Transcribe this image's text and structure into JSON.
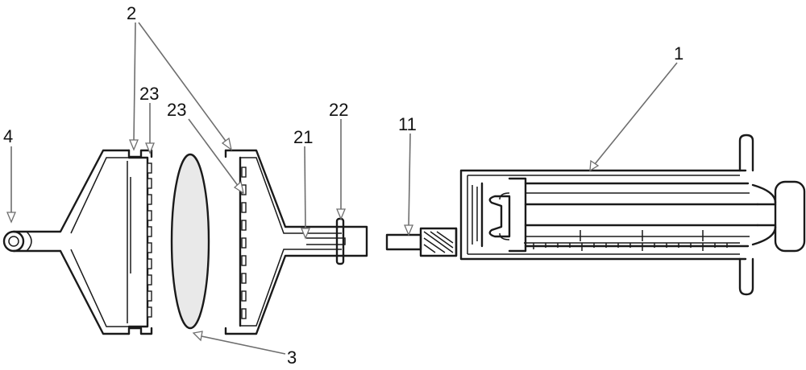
{
  "labels": {
    "syringe": "1",
    "filter_housing": "2",
    "filter_membrane": "3",
    "end_fitting": "4",
    "syringe_tip": "11",
    "housing_outlet": "21",
    "seal_ring": "22",
    "support_grid_left": "23",
    "support_grid_right": "23"
  }
}
